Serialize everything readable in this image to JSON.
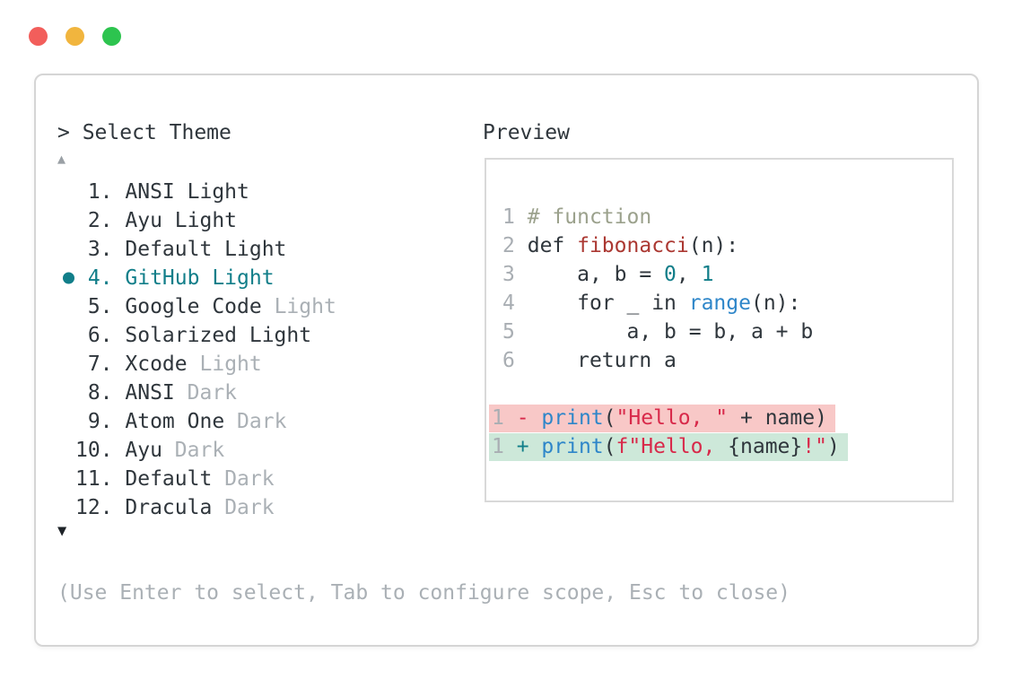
{
  "colors": {
    "dark": "#2f363c",
    "muted": "#aab0b5",
    "teal": "#117e89",
    "comment": "#9ba18c",
    "func": "#ab3832",
    "string": "#d8294a",
    "blue": "#2e86c9",
    "lineno": "#a9aeb3",
    "diff_removed_bg": "#f8c8c7",
    "diff_added_bg": "#cde8d9"
  },
  "window_controls": {
    "close_color": "#f25e5b",
    "minimize_color": "#f1b53e",
    "maximize_color": "#2dc44f"
  },
  "prompt": {
    "caret": "> ",
    "label": "Select Theme"
  },
  "list": {
    "scroll_up": "▲",
    "scroll_down": "▼",
    "items": [
      {
        "num": "1",
        "name": "ANSI Light",
        "suffix": "",
        "selected": false
      },
      {
        "num": "2",
        "name": "Ayu Light",
        "suffix": "",
        "selected": false
      },
      {
        "num": "3",
        "name": "Default Light",
        "suffix": "",
        "selected": false
      },
      {
        "num": "4",
        "name": "GitHub Light",
        "suffix": "",
        "selected": true
      },
      {
        "num": "5",
        "name": "Google Code",
        "suffix": "Light",
        "selected": false
      },
      {
        "num": "6",
        "name": "Solarized Light",
        "suffix": "",
        "selected": false
      },
      {
        "num": "7",
        "name": "Xcode",
        "suffix": "Light",
        "selected": false
      },
      {
        "num": "8",
        "name": "ANSI",
        "suffix": "Dark",
        "selected": false
      },
      {
        "num": "9",
        "name": "Atom One",
        "suffix": "Dark",
        "selected": false
      },
      {
        "num": "10",
        "name": "Ayu",
        "suffix": "Dark",
        "selected": false
      },
      {
        "num": "11",
        "name": "Default",
        "suffix": "Dark",
        "selected": false
      },
      {
        "num": "12",
        "name": "Dracula",
        "suffix": "Dark",
        "selected": false
      }
    ]
  },
  "preview": {
    "label": "Preview",
    "code_lines": [
      {
        "no": "1",
        "tokens": [
          [
            "# function",
            "comment"
          ]
        ]
      },
      {
        "no": "2",
        "tokens": [
          [
            "def ",
            "dark"
          ],
          [
            "fibonacci",
            "func"
          ],
          [
            "(n):",
            "dark"
          ]
        ]
      },
      {
        "no": "3",
        "tokens": [
          [
            "    a, b = ",
            "dark"
          ],
          [
            "0",
            "teal"
          ],
          [
            ", ",
            "dark"
          ],
          [
            "1",
            "teal"
          ]
        ]
      },
      {
        "no": "4",
        "tokens": [
          [
            "    for _ in ",
            "dark"
          ],
          [
            "range",
            "blue"
          ],
          [
            "(n):",
            "dark"
          ]
        ]
      },
      {
        "no": "5",
        "tokens": [
          [
            "        a, b = b, a + b",
            "dark"
          ]
        ]
      },
      {
        "no": "6",
        "tokens": [
          [
            "    return a",
            "dark"
          ]
        ]
      }
    ],
    "diff_lines": [
      {
        "no": "1",
        "kind": "removed",
        "tokens": [
          [
            "- ",
            "string"
          ],
          [
            "print",
            "blue"
          ],
          [
            "(",
            "dark"
          ],
          [
            "\"Hello, \"",
            "string"
          ],
          [
            " + name",
            "dark"
          ],
          [
            ")",
            "dark"
          ]
        ]
      },
      {
        "no": "1",
        "kind": "added",
        "tokens": [
          [
            "+ ",
            "teal"
          ],
          [
            "print",
            "blue"
          ],
          [
            "(",
            "dark"
          ],
          [
            "f\"Hello, ",
            "string"
          ],
          [
            "{name}",
            "dark"
          ],
          [
            "!\"",
            "string"
          ],
          [
            ")",
            "dark"
          ]
        ]
      }
    ]
  },
  "help_text": "(Use Enter to select, Tab to configure scope, Esc to close)"
}
